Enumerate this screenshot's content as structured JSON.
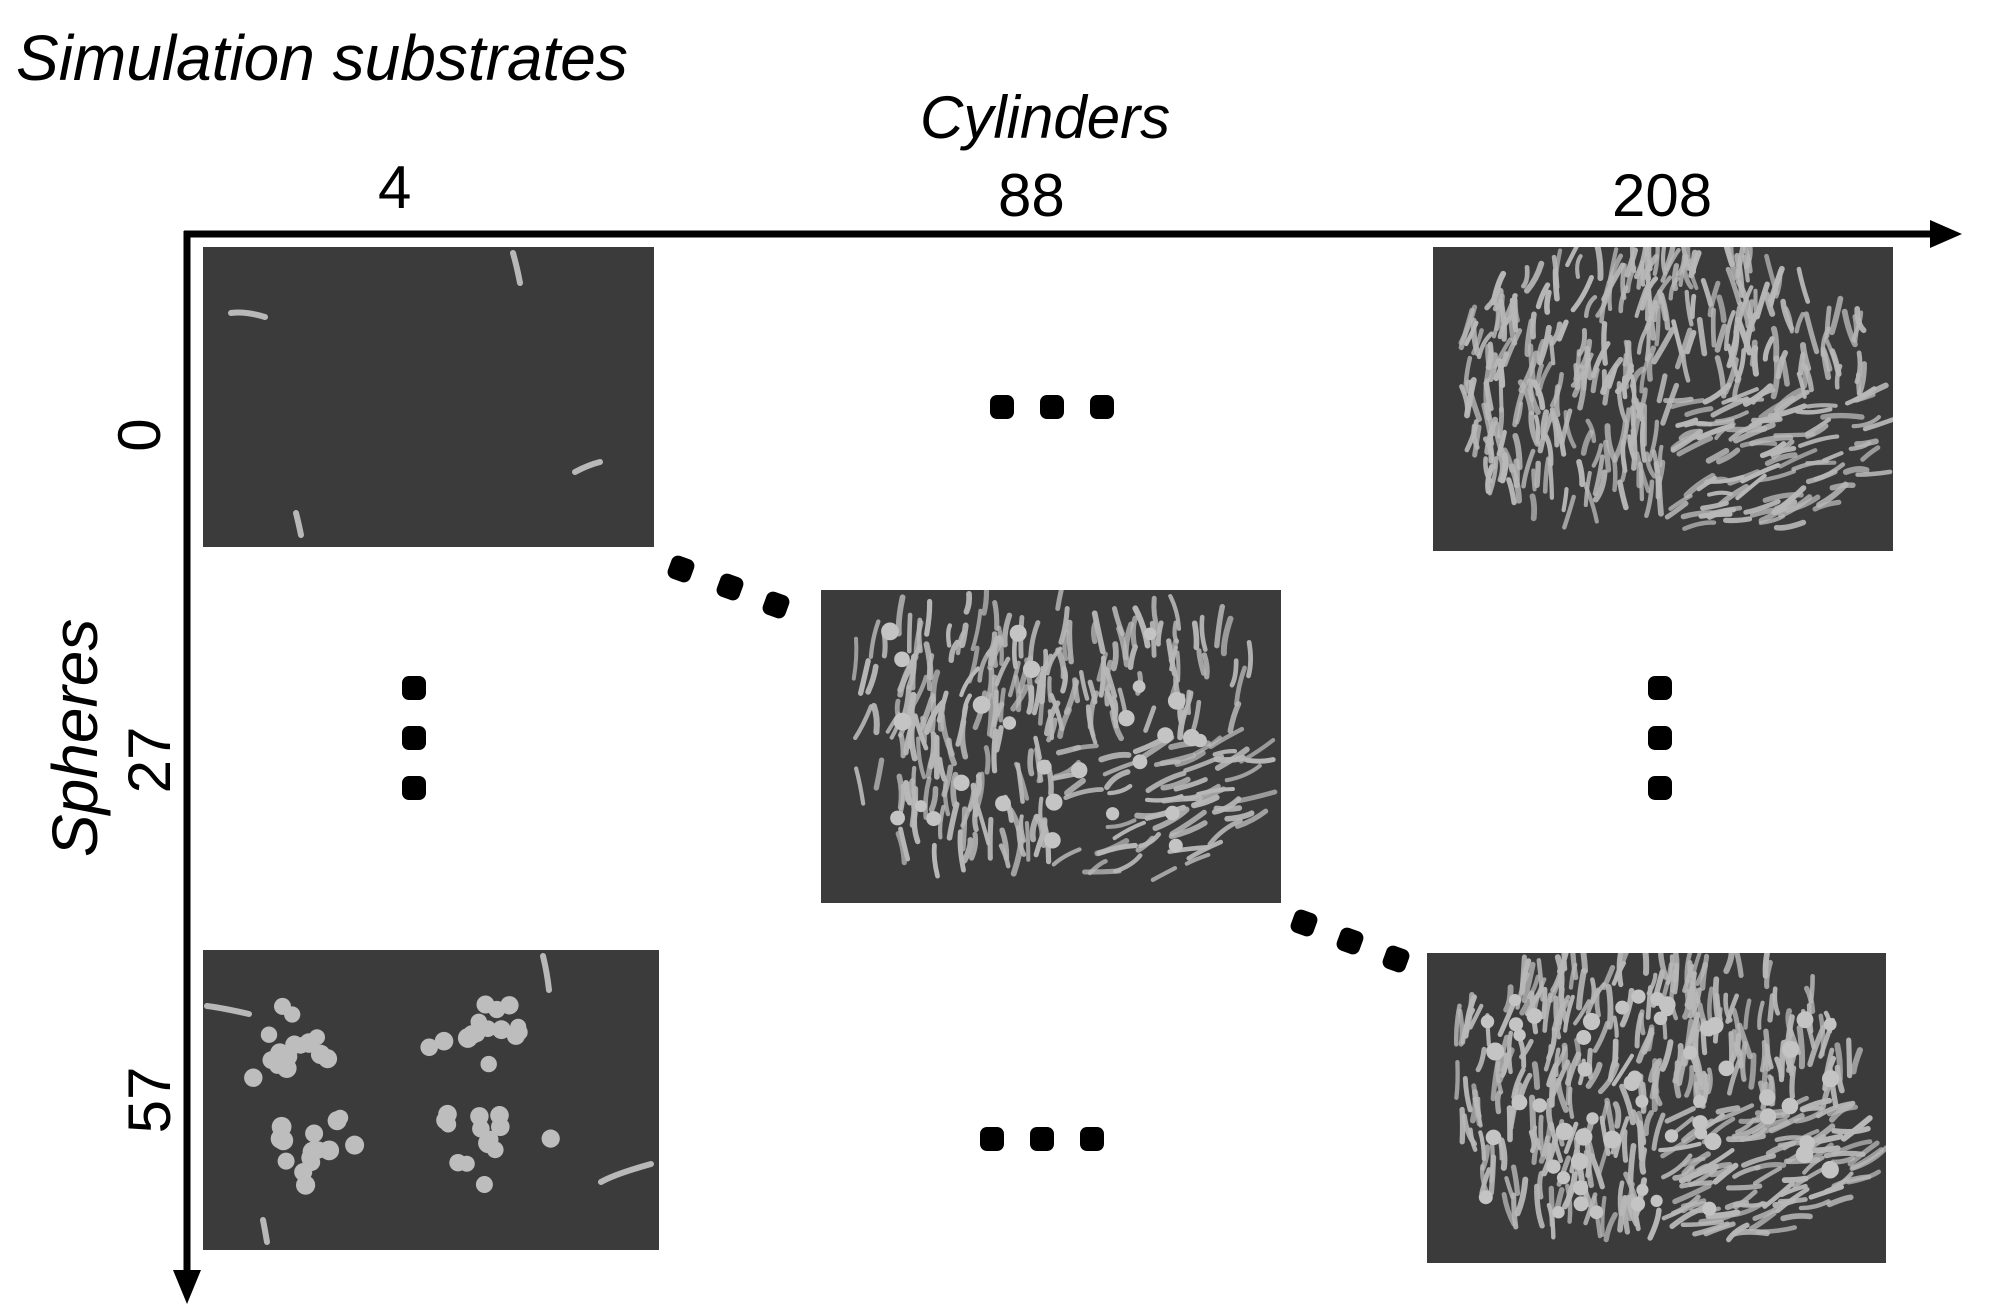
{
  "title": "Simulation substrates",
  "x_axis": {
    "label": "Cylinders",
    "ticks": [
      "4",
      "88",
      "208"
    ]
  },
  "y_axis": {
    "label": "Spheres",
    "ticks": [
      "0",
      "27",
      "57"
    ]
  },
  "panels": [
    {
      "cylinders": "4",
      "spheres": "0"
    },
    {
      "cylinders": "208",
      "spheres": "0"
    },
    {
      "cylinders": "88",
      "spheres": "27"
    },
    {
      "cylinders": "4",
      "spheres": "57"
    },
    {
      "cylinders": "208",
      "spheres": "57"
    }
  ],
  "colors": {
    "panel_background": "#3b3b3b",
    "object": "#b8b8b8",
    "axis": "#000000"
  }
}
